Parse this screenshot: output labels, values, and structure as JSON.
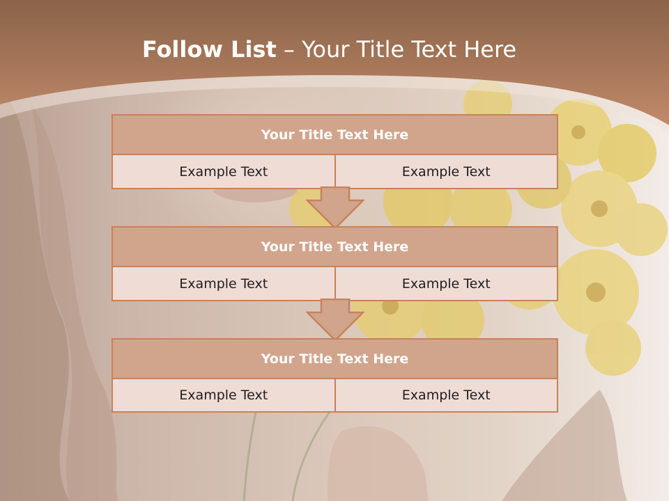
{
  "header": {
    "title_bold": "Follow List",
    "title_rest": " – Your Title Text Here"
  },
  "colors": {
    "header_band": "#b37e5f",
    "box_border": "#c5825a",
    "box_title_fill": "#d1a48c",
    "box_cell_fill": "#efdcd5",
    "title_text": "#ffffff"
  },
  "steps": [
    {
      "title": "Your Title Text Here",
      "left": "Example Text",
      "right": "Example Text"
    },
    {
      "title": "Your Title Text Here",
      "left": "Example Text",
      "right": "Example Text"
    },
    {
      "title": "Your Title Text Here",
      "left": "Example Text",
      "right": "Example Text"
    }
  ],
  "icons": [
    "down-arrow-icon",
    "down-arrow-icon"
  ]
}
